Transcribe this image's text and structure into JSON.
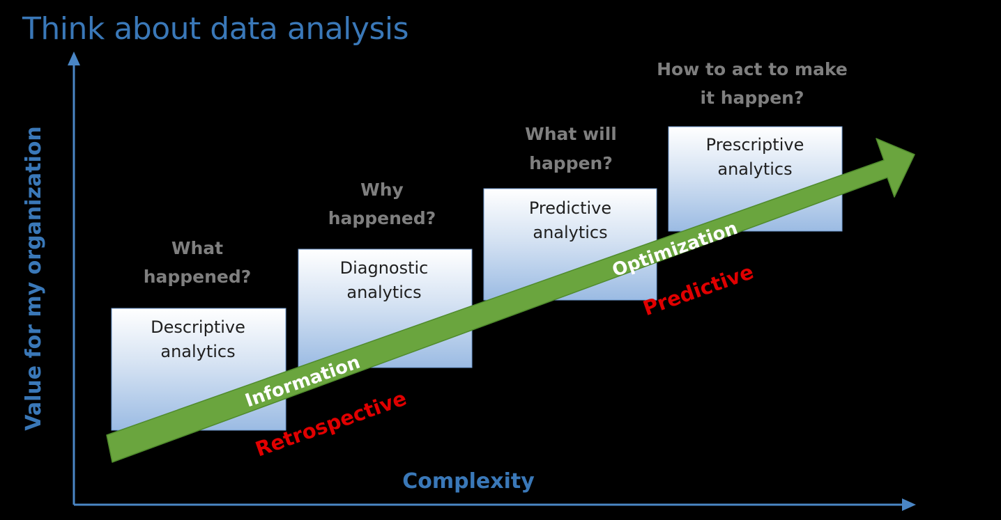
{
  "title": "Think about data analysis",
  "axes": {
    "y_label": "Value for my organization",
    "x_label": "Complexity"
  },
  "stages": [
    {
      "box_line1": "Descriptive",
      "box_line2": "analytics",
      "question_line1": "What",
      "question_line2": "happened?"
    },
    {
      "box_line1": "Diagnostic",
      "box_line2": "analytics",
      "question_line1": "Why",
      "question_line2": "happened?"
    },
    {
      "box_line1": "Predictive",
      "box_line2": "analytics",
      "question_line1": "What will",
      "question_line2": "happen?"
    },
    {
      "box_line1": "Prescriptive",
      "box_line2": "analytics",
      "question_line1": "How to act to make",
      "question_line2": "it happen?"
    }
  ],
  "arrow": {
    "label_left": "Information",
    "label_right": "Optimization"
  },
  "phases": {
    "left": "Retrospective",
    "right": "Predictive"
  },
  "colors": {
    "title_blue": "#3a78b8",
    "axis_blue": "#4a86c5",
    "arrow_green": "#6aa53e",
    "question_grey": "#7f7f7f",
    "phase_red": "#e00000"
  }
}
